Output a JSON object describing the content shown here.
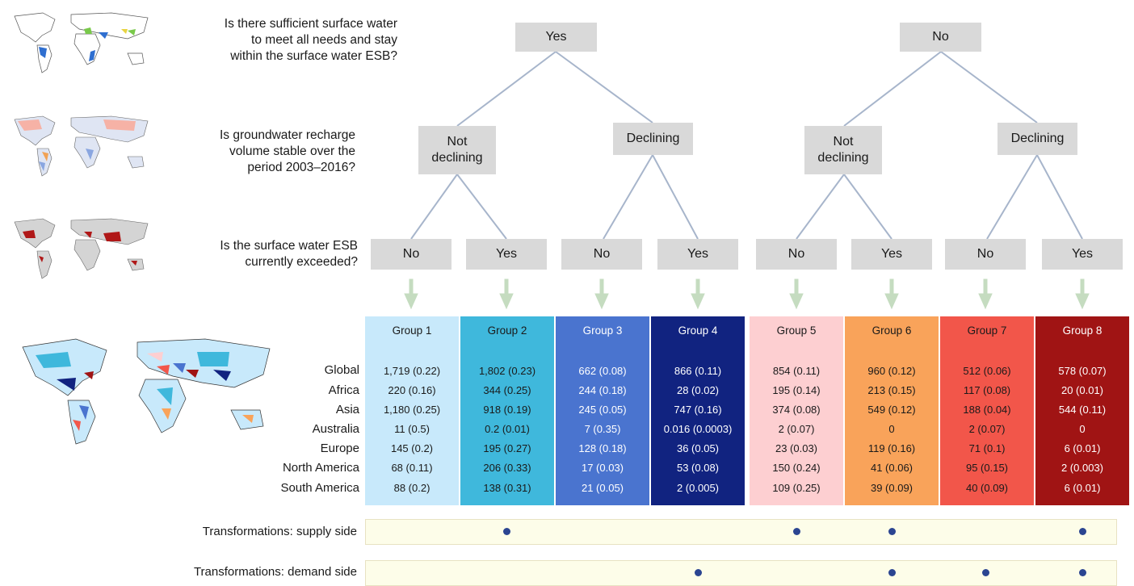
{
  "questions": {
    "q1": [
      "Is there sufficient surface water",
      "to meet all needs and stay",
      "within the surface water ESB?"
    ],
    "q2": [
      "Is groundwater recharge",
      "volume stable over the",
      "period 2003–2016?"
    ],
    "q3": [
      "Is the surface water ESB",
      "currently exceeded?"
    ]
  },
  "level1": [
    "Yes",
    "No"
  ],
  "level2": [
    [
      "Not",
      "declining"
    ],
    [
      "Declining"
    ],
    [
      "Not",
      "declining"
    ],
    [
      "Declining"
    ]
  ],
  "level3": [
    "No",
    "Yes",
    "No",
    "Yes",
    "No",
    "Yes",
    "No",
    "Yes"
  ],
  "row_labels": [
    "Global",
    "Africa",
    "Asia",
    "Australia",
    "Europe",
    "North America",
    "South America"
  ],
  "groups": [
    {
      "name": "Group 1",
      "bg": "#c8e9fb",
      "fg": "#1a1a1a",
      "values": [
        "1,719 (0.22)",
        "220 (0.16)",
        "1,180 (0.25)",
        "11 (0.5)",
        "145 (0.2)",
        "68 (0.11)",
        "88 (0.2)"
      ]
    },
    {
      "name": "Group 2",
      "bg": "#3fb8dc",
      "fg": "#1a1a1a",
      "values": [
        "1,802 (0.23)",
        "344 (0.25)",
        "918 (0.19)",
        "0.2 (0.01)",
        "195 (0.27)",
        "206 (0.33)",
        "138 (0.31)"
      ]
    },
    {
      "name": "Group 3",
      "bg": "#4a74cf",
      "fg": "#ffffff",
      "values": [
        "662 (0.08)",
        "244 (0.18)",
        "245 (0.05)",
        "7 (0.35)",
        "128 (0.18)",
        "17 (0.03)",
        "21 (0.05)"
      ]
    },
    {
      "name": "Group 4",
      "bg": "#112380",
      "fg": "#ffffff",
      "values": [
        "866 (0.11)",
        "28 (0.02)",
        "747 (0.16)",
        "0.016 (0.0003)",
        "36 (0.05)",
        "53 (0.08)",
        "2 (0.005)"
      ]
    },
    {
      "name": "Group 5",
      "bg": "#fdcfd1",
      "fg": "#1a1a1a",
      "values": [
        "854 (0.11)",
        "195 (0.14)",
        "374 (0.08)",
        "2 (0.07)",
        "23 (0.03)",
        "150 (0.24)",
        "109 (0.25)"
      ]
    },
    {
      "name": "Group 6",
      "bg": "#f9a35a",
      "fg": "#1a1a1a",
      "values": [
        "960 (0.12)",
        "213 (0.15)",
        "549 (0.12)",
        "0",
        "119 (0.16)",
        "41 (0.06)",
        "39 (0.09)"
      ]
    },
    {
      "name": "Group 7",
      "bg": "#f2564a",
      "fg": "#1a1a1a",
      "values": [
        "512 (0.06)",
        "117 (0.08)",
        "188 (0.04)",
        "2 (0.07)",
        "71 (0.1)",
        "95 (0.15)",
        "40 (0.09)"
      ]
    },
    {
      "name": "Group 8",
      "bg": "#a01414",
      "fg": "#ffffff",
      "values": [
        "578 (0.07)",
        "20 (0.01)",
        "544 (0.11)",
        "0",
        "6 (0.01)",
        "2 (0.003)",
        "6 (0.01)"
      ]
    }
  ],
  "transformations": {
    "supply_label": "Transformations: supply side",
    "demand_label": "Transformations: demand side",
    "supply_groups": [
      2,
      5,
      6,
      8
    ],
    "demand_groups": [
      4,
      6,
      7,
      8
    ]
  },
  "colors": {
    "box": "#d9d9d9",
    "tree_line": "#a7b5cb",
    "arrow": "#c5dcc0",
    "bar_bg": "#fdfde9",
    "dot": "#2b4591"
  }
}
